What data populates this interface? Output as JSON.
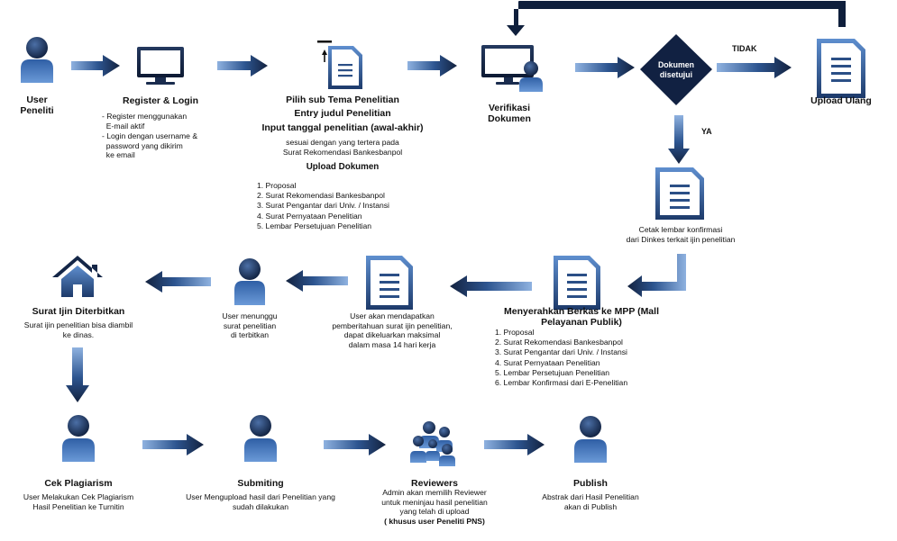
{
  "colors": {
    "dark": "#13223f",
    "mid": "#2b4f86",
    "light": "#6e97cd",
    "text": "#111111"
  },
  "steps": {
    "user": {
      "title": "User\nPeneliti"
    },
    "register": {
      "title": "Register & Login",
      "bullets": [
        "- Register menggunakan\n  E-mail aktif",
        "- Login dengan username &\n  password yang dikirim\n  ke email"
      ]
    },
    "pilih": {
      "title1": "Pilih sub Tema Penelitian",
      "title2": "Entry judul Penelitian",
      "title3": "Input tanggal penelitian (awal-akhir)",
      "note": "sesuai dengan yang tertera pada\nSurat Rekomendasi Bankesbanpol",
      "upload_title": "Upload Dokumen",
      "docs": [
        "1. Proposal",
        "2. Surat Rekomendasi Bankesbanpol",
        "3. Surat Pengantar dari Univ. / Instansi",
        "4. Surat Pernyataan Penelitian",
        "5. Lembar Persetujuan Penelitian"
      ]
    },
    "verifikasi": {
      "title": "Verifikasi\nDokumen"
    },
    "decision": {
      "label": "Dokumen\ndisetujui",
      "no": "TIDAK",
      "yes": "YA"
    },
    "upload_ulang": {
      "title": "Upload Ulang"
    },
    "cetak": {
      "text": "Cetak lembar konfirmasi\ndari Dinkes terkait ijin penelitian"
    },
    "mpp": {
      "title": "Menyerahkan Berkas ke MPP (Mall\nPelayanan Publik)",
      "docs": [
        "1. Proposal",
        "2. Surat Rekomendasi Bankesbanpol",
        "3. Surat Pengantar dari Univ. / Instansi",
        "4. Surat Pernyataan Penelitian",
        "5. Lembar Persetujuan Penelitian",
        "6. Lembar Konfirmasi dari E-Penelitian"
      ]
    },
    "pemberitahuan": {
      "text": "User akan mendapatkan\npemberitahuan surat ijin penelitian,\ndapat dikeluarkan maksimal\ndalam masa 14 hari kerja"
    },
    "menunggu": {
      "text": "User menunggu\nsurat penelitian\ndi terbitkan"
    },
    "ijin": {
      "title": "Surat Ijin Diterbitkan",
      "text": "Surat ijin penelitian bisa diambil\nke dinas."
    },
    "plagiarisme": {
      "title": "Cek Plagiarism",
      "text": "User Melakukan Cek Plagiarism\nHasil Penelitian ke Turnitin"
    },
    "submiting": {
      "title": "Submiting",
      "text": "User Mengupload hasil dari Penelitian yang\nsudah dilakukan"
    },
    "reviewers": {
      "title": "Reviewers",
      "text": "Admin akan memilih Reviewer\nuntuk meninjau hasil penelitian\nyang telah di upload",
      "note": "( khusus user Peneliti PNS)"
    },
    "publish": {
      "title": "Publish",
      "text": "Abstrak dari Hasil Penelitian\nakan di Publish"
    }
  },
  "icons": [
    "person-icon",
    "monitor-icon",
    "document-upload-icon",
    "monitor-user-icon",
    "diamond-decision",
    "document-icon",
    "house-icon",
    "group-icon"
  ]
}
